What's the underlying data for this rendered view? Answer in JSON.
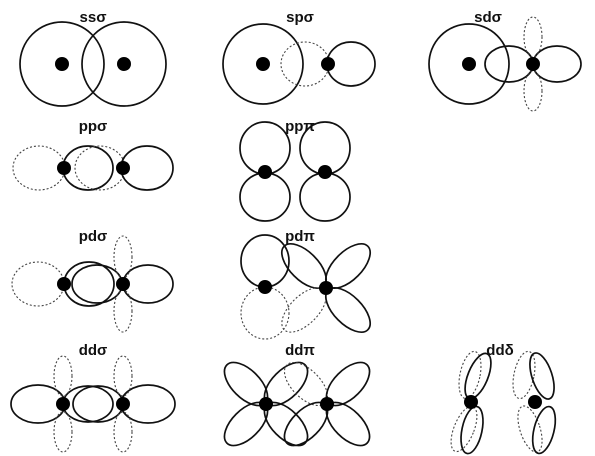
{
  "panels": [
    {
      "id": "ss-sigma",
      "label": "ssσ"
    },
    {
      "id": "sp-sigma",
      "label": "spσ"
    },
    {
      "id": "sd-sigma",
      "label": "sdσ"
    },
    {
      "id": "pp-sigma",
      "label": "ppσ"
    },
    {
      "id": "pp-pi",
      "label": "ppπ"
    },
    {
      "id": "pd-sigma",
      "label": "pdσ"
    },
    {
      "id": "pd-pi",
      "label": "pdπ"
    },
    {
      "id": "dd-sigma",
      "label": "ddσ"
    },
    {
      "id": "dd-pi",
      "label": "ddπ"
    },
    {
      "id": "dd-delta",
      "label": "ddδ"
    }
  ],
  "colors": {
    "line": "#111111",
    "dashed_line": "#444444",
    "nucleus": "#000000",
    "background": "#ffffff"
  }
}
